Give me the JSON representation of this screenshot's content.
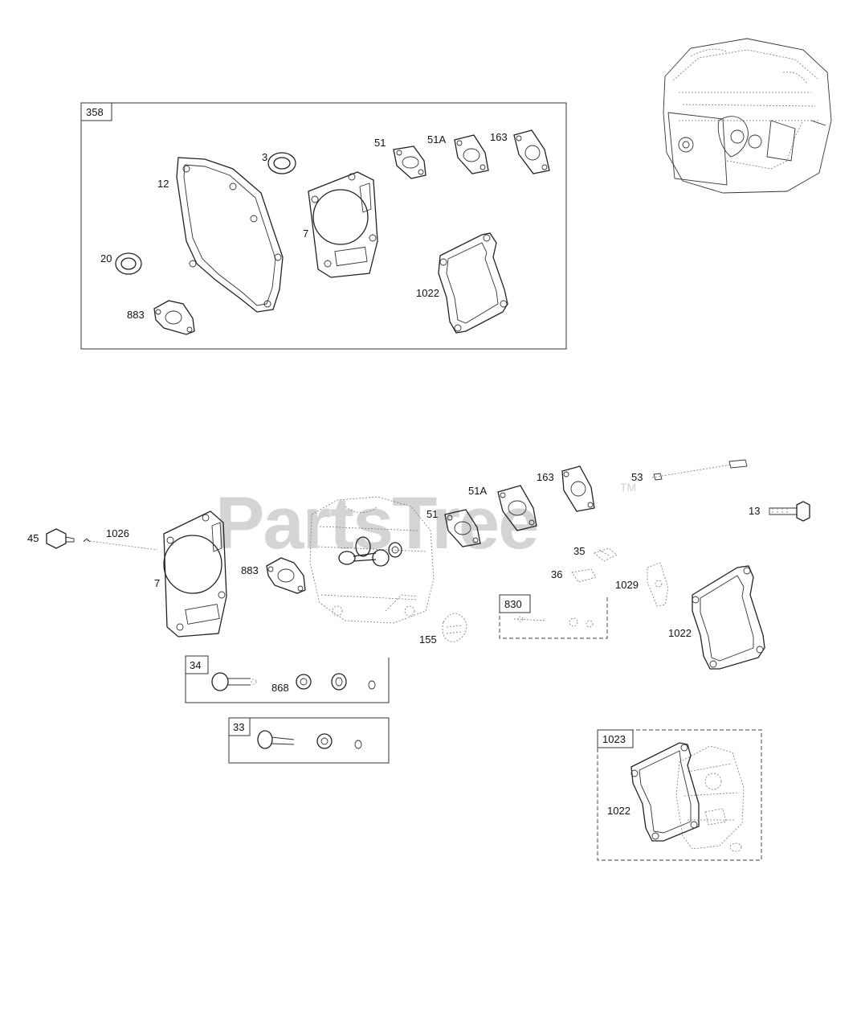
{
  "watermark": {
    "brand": "PartsTree",
    "trademark": "TM"
  },
  "kits": {
    "k358": "358",
    "k830": "830",
    "k34": "34",
    "k33": "33",
    "k1023": "1023"
  },
  "labels": {
    "top_3": "3",
    "top_12": "12",
    "top_51": "51",
    "top_51a": "51A",
    "top_163": "163",
    "top_7": "7",
    "top_20": "20",
    "top_1022": "1022",
    "top_883": "883",
    "m_45": "45",
    "m_1026": "1026",
    "m_7": "7",
    "m_883": "883",
    "m_51": "51",
    "m_51a": "51A",
    "m_163": "163",
    "m_53": "53",
    "m_13": "13",
    "m_35": "35",
    "m_36": "36",
    "m_1029": "1029",
    "m_155": "155",
    "m_1022": "1022",
    "m_868": "868",
    "b_1022": "1022"
  }
}
